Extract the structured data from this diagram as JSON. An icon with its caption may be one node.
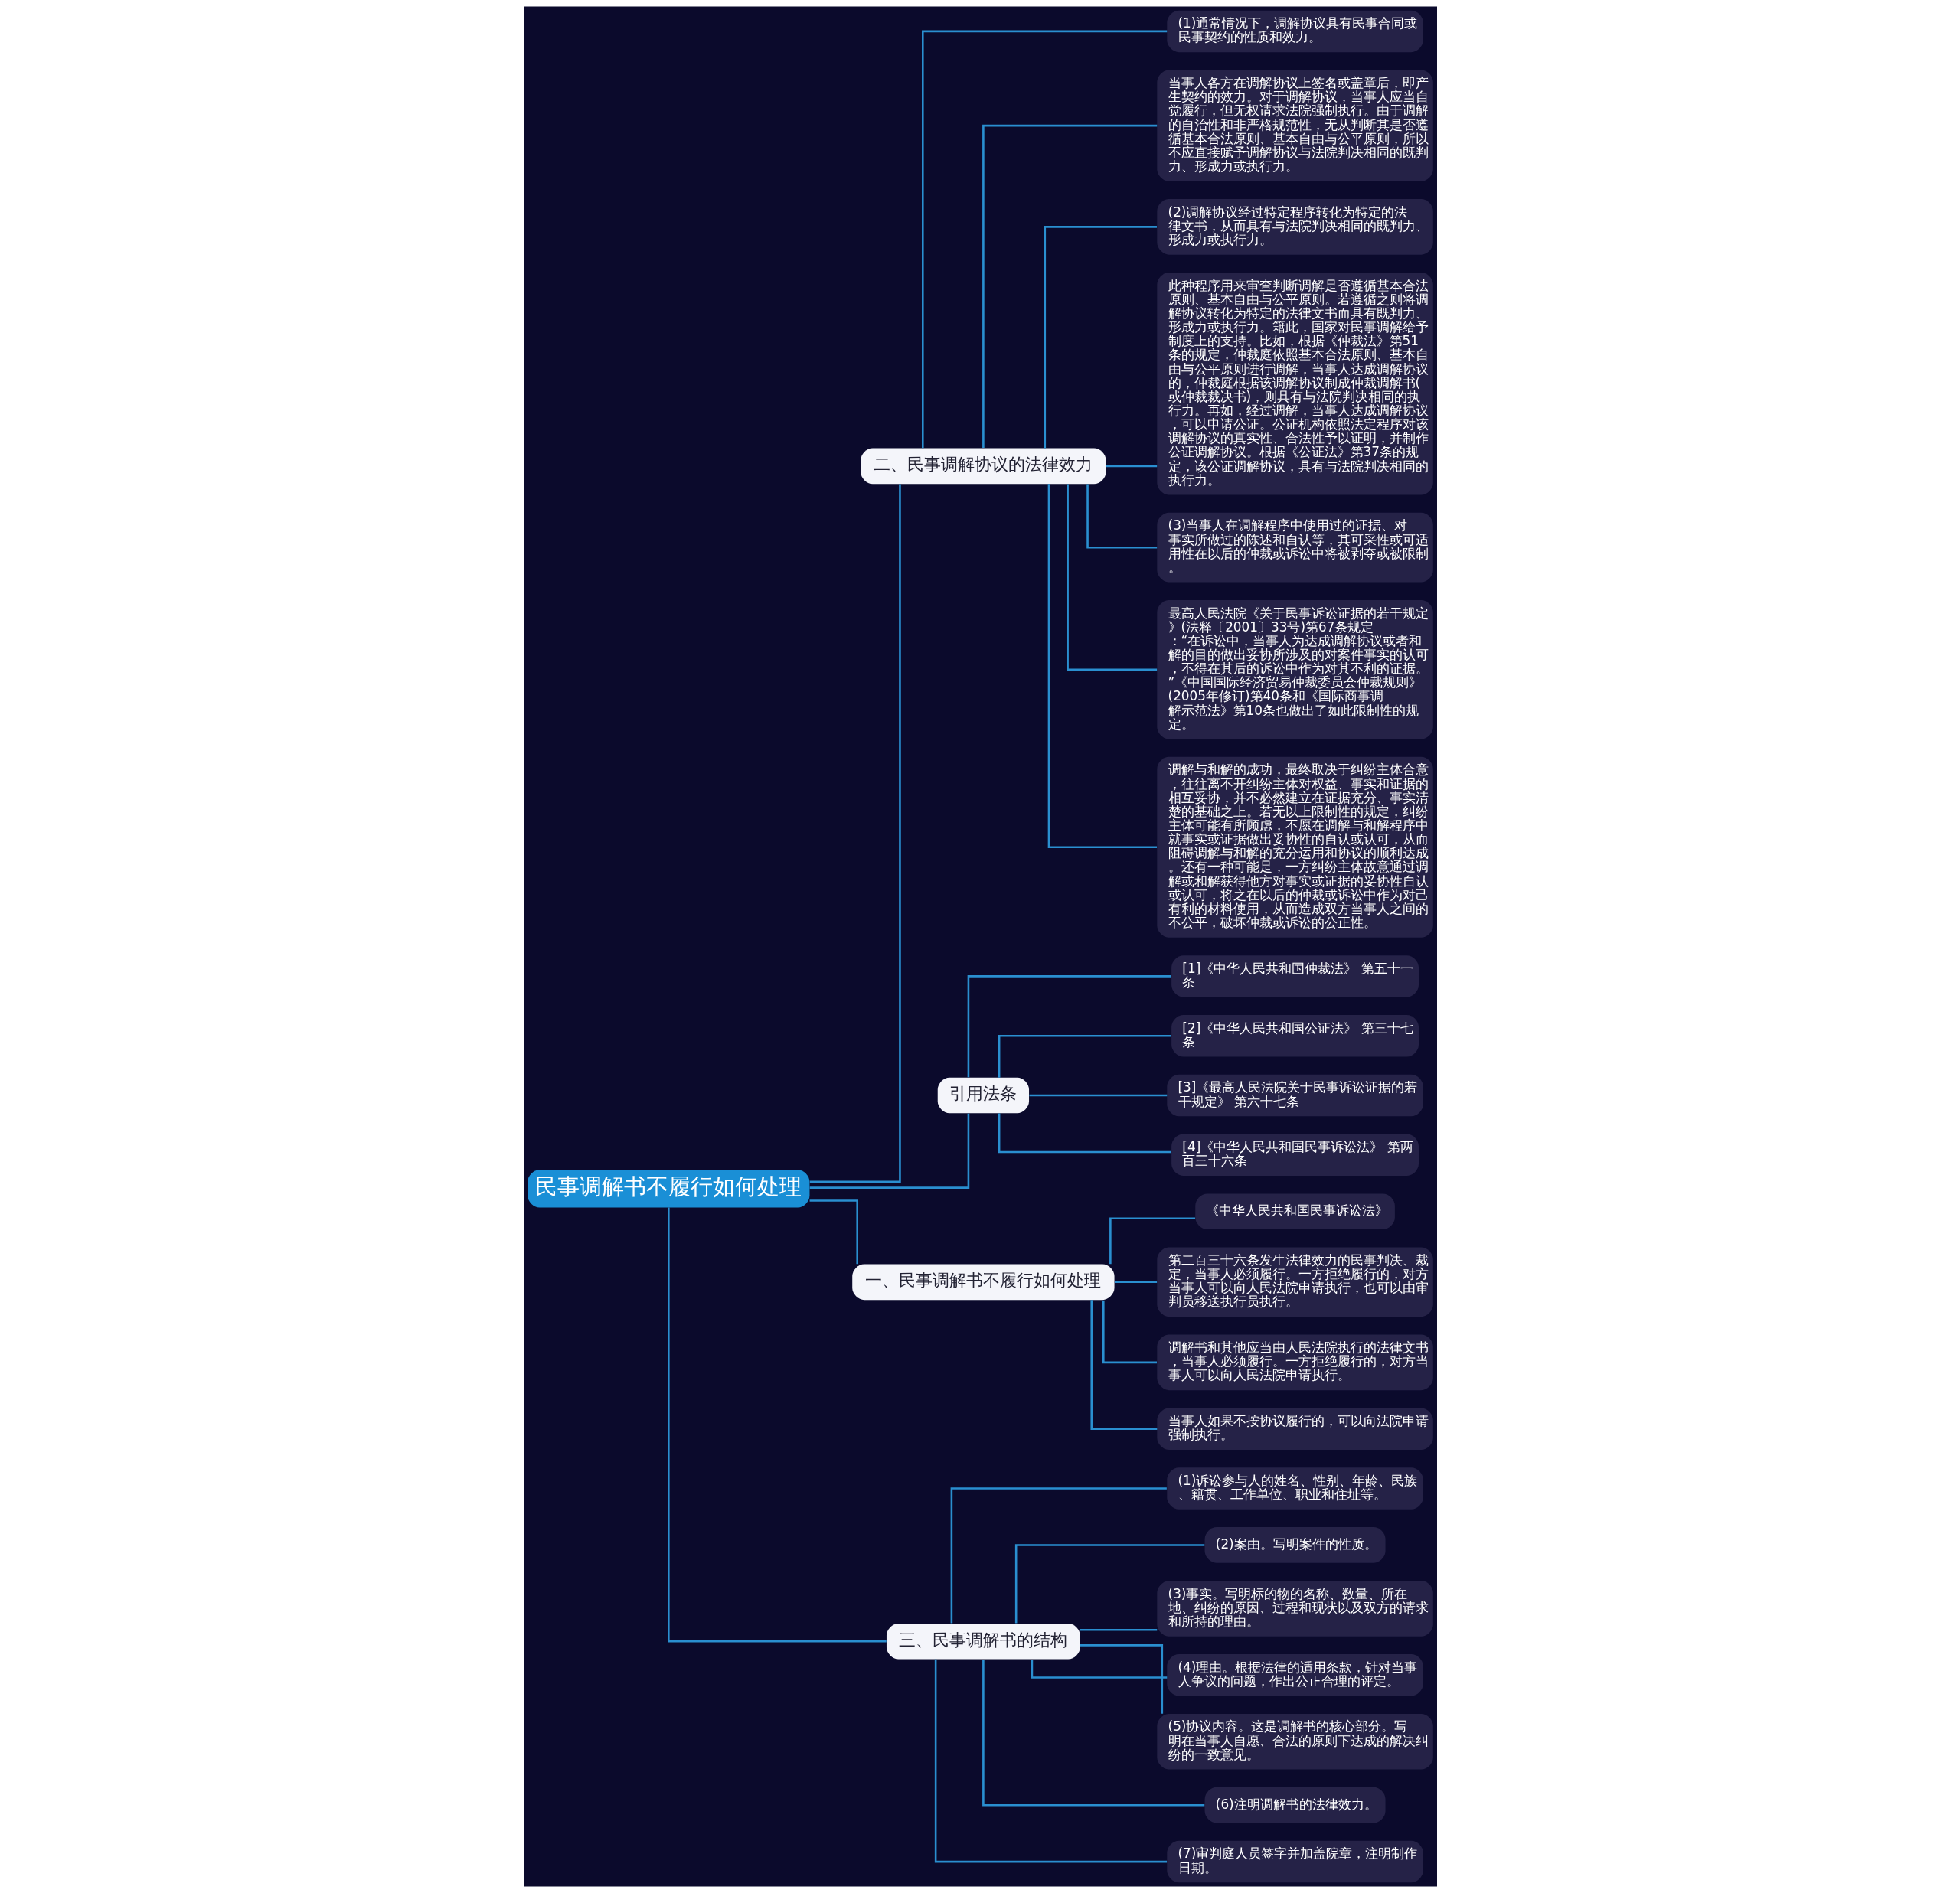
{
  "diagram": {
    "nodes": [
      {
        "text": [
          "民事调解书不履行如何处理"
        ]
      },
      {
        "text": [
          "二、民事调解协议的法律效力"
        ]
      },
      {
        "text": [
          "(1)通常情况下，调解协议具有民事合同或民事契约的性质和效力。"
        ]
      },
      {
        "text": [
          "当事人各方在调解协议上签名或盖章后，即产生契约的效力。对于调解协议，当事人应当自觉履行，但无权请求法院强制执行。由于调解的自治性和非严格规范性，无从判断其是否遵循基本合法原则、基本自由与公平原则，所以不应直接赋予调解协议与法院判决相同的既判力、形成力或执行力。"
        ]
      },
      {
        "text": [
          "(2)调解协议经过特定程序转化为特定的法律文书，从而具有与法院判决相同的既判力、形成力或执行力。"
        ]
      },
      {
        "text": [
          "此种程序用来审查判断调解是否遵循基本合法原则、基本自由与公平原则。若遵循之则将调解协议转化为特定的法律文书而具有既判力、形成力或执行力。籍此，国家对民事调解给予制度上的支持。比如，根据《仲裁法》第51条的规定，仲裁庭依照基本合法原则、基本自由与公平原则进行调解，当事人达成调解协议的，仲裁庭根据该调解协议制成仲裁调解书(或仲裁裁决书)，则具有与法院判决相同的执行力。再如，经过调解，当事人达成调解协议，可以申请公证。公证机构依照法定程序对该调解协议的真实性、合法性予以证明，并制作公证调解协议。根据《公证法》第37条的规定，该公证调解协议，具有与法院判决相同的执行力。"
        ]
      },
      {
        "text": [
          "(3)当事人在调解程序中使用过的证据、对事实所做过的陈述和自认等，其可采性或可适用性在以后的仲裁或诉讼中将被剥夺或被限制。"
        ]
      },
      {
        "text": [
          "最高人民法院《关于民事诉讼证据的若干规定》(法释〔2001〕33号)第67条规定：“在诉讼中，当事人为达成调解协议或者和解的目的做出妥协所涉及的对案件事实的认可，不得在其后的诉讼中作为对其不利的证据。”《中国国际经济贸易仲裁委员会仲裁规则》(2005年修订)第40条和《国际商事调解示范法》第10条也做出了如此限制性的规定。"
        ]
      },
      {
        "text": [
          "调解与和解的成功，最终取决于纠纷主体合意，往往离不开纠纷主体对权益、事实和证据的相互妥协，并不必然建立在证据充分、事实清楚的基础之上。若无以上限制性的规定，纠纷主体可能有所顾虑，不愿在调解与和解程序中就事实或证据做出妥协性的自认或认可，从而阻碍调解与和解的充分运用和协议的顺利达成。还有一种可能是，一方纠纷主体故意通过调解或和解获得他方对事实或证据的妥协性自认或认可，将之在以后的仲裁或诉讼中作为对己有利的材料使用，从而造成双方当事人之间的不公平，破坏仲裁或诉讼的公正性。"
        ]
      },
      {
        "text": [
          "引用法条"
        ]
      },
      {
        "text": [
          "[1]《中华人民共和国仲裁法》 第五十一条"
        ]
      },
      {
        "text": [
          "[2]《中华人民共和国公证法》 第三十七条"
        ]
      },
      {
        "text": [
          "[3]《最高人民法院关于民事诉讼证据的若干规定》 第六十七条"
        ]
      },
      {
        "text": [
          "[4]《中华人民共和国民事诉讼法》 第两百三十六条"
        ]
      },
      {
        "text": [
          "一、民事调解书不履行如何处理"
        ]
      },
      {
        "text": [
          "《中华人民共和国民事诉讼法》"
        ]
      },
      {
        "text": [
          "第二百三十六条发生法律效力的民事判决、裁定，当事人必须履行。一方拒绝履行的，对方当事人可以向人民法院申请执行，也可以由审判员移送执行员执行。"
        ]
      },
      {
        "text": [
          "调解书和其他应当由人民法院执行的法律文书，当事人必须履行。一方拒绝履行的，对方当事人可以向人民法院申请执行。"
        ]
      },
      {
        "text": [
          "当事人如果不按协议履行的，可以向法院申请强制执行。"
        ]
      },
      {
        "text": [
          "三、民事调解书的结构"
        ]
      },
      {
        "text": [
          "(1)诉讼参与人的姓名、性别、年龄、民族、籍贯、工作单位、职业和住址等。"
        ]
      },
      {
        "text": [
          "(2)案由。写明案件的性质。"
        ]
      },
      {
        "text": [
          "(3)事实。写明标的物的名称、数量、所在地、纠纷的原因、过程和现状以及双方的请求和所持的理由。"
        ]
      },
      {
        "text": [
          "(4)理由。根据法律的适用条款，针对当事人争议的问题，作出公正合理的评定。"
        ]
      },
      {
        "text": [
          "(5)协议内容。这是调解书的核心部分。写明在当事人自愿、合法的原则下达成的解决纠纷的一致意见。"
        ]
      },
      {
        "text": [
          "(6)注明调解书的法律效力。"
        ]
      },
      {
        "text": [
          "(7)审判庭人员签字并加盖院章，注明制作日期。"
        ]
      }
    ],
    "edges": [
      {
        "from": 0,
        "to": 1,
        "arrow": "none"
      },
      {
        "from": 1,
        "to": 2,
        "arrow": "none"
      },
      {
        "from": 1,
        "to": 3,
        "arrow": "none"
      },
      {
        "from": 1,
        "to": 4,
        "arrow": "none"
      },
      {
        "from": 1,
        "to": 5,
        "arrow": "none"
      },
      {
        "from": 1,
        "to": 6,
        "arrow": "none"
      },
      {
        "from": 1,
        "to": 7,
        "arrow": "none"
      },
      {
        "from": 1,
        "to": 8,
        "arrow": "none"
      },
      {
        "from": 0,
        "to": 9,
        "arrow": "none"
      },
      {
        "from": 9,
        "to": 10,
        "arrow": "none"
      },
      {
        "from": 9,
        "to": 11,
        "arrow": "none"
      },
      {
        "from": 9,
        "to": 12,
        "arrow": "none"
      },
      {
        "from": 9,
        "to": 13,
        "arrow": "none"
      },
      {
        "from": 0,
        "to": 14,
        "arrow": "none"
      },
      {
        "from": 14,
        "to": 15,
        "arrow": "none"
      },
      {
        "from": 14,
        "to": 16,
        "arrow": "none"
      },
      {
        "from": 14,
        "to": 17,
        "arrow": "none"
      },
      {
        "from": 14,
        "to": 18,
        "arrow": "none"
      },
      {
        "from": 0,
        "to": 19,
        "arrow": "none"
      },
      {
        "from": 19,
        "to": 20,
        "arrow": "none"
      },
      {
        "from": 19,
        "to": 21,
        "arrow": "none"
      },
      {
        "from": 19,
        "to": 22,
        "arrow": "none"
      },
      {
        "from": 19,
        "to": 23,
        "arrow": "none"
      },
      {
        "from": 19,
        "to": 24,
        "arrow": "none"
      },
      {
        "from": 19,
        "to": 25,
        "arrow": "none"
      },
      {
        "from": 19,
        "to": 26,
        "arrow": "none"
      }
    ]
  }
}
